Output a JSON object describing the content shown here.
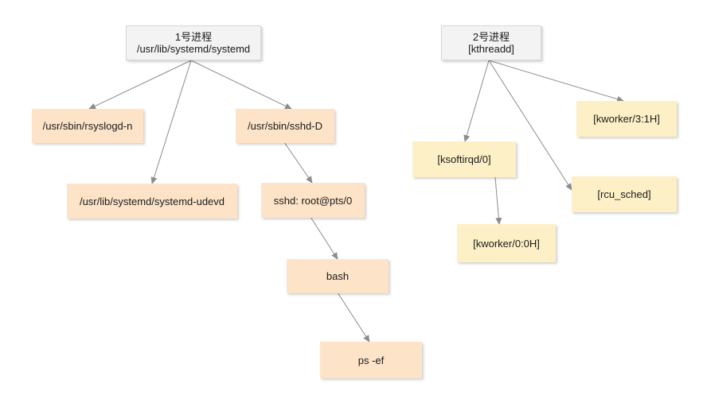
{
  "colors": {
    "root_fill": "#f3f3f3",
    "process1_fill": "#fde3c8",
    "process2_fill": "#fdf0c6",
    "edge": "#8c8c8c"
  },
  "tree1": {
    "root": {
      "title": "1号进程",
      "subtitle": "/usr/lib/systemd/systemd"
    },
    "rsyslogd": "/usr/sbin/rsyslogd-n",
    "udevd": "/usr/lib/systemd/systemd-udevd",
    "sshd": "/usr/sbin/sshd-D",
    "sshd_session": "sshd: root@pts/0",
    "bash": "bash",
    "ps": "ps -ef"
  },
  "tree2": {
    "root": {
      "title": "2号进程",
      "subtitle": "[kthreadd]"
    },
    "ksoftirqd": "[ksoftirqd/0]",
    "kworker0": "[kworker/0:0H]",
    "rcu_sched": "[rcu_sched]",
    "kworker3": "[kworker/3:1H]"
  }
}
